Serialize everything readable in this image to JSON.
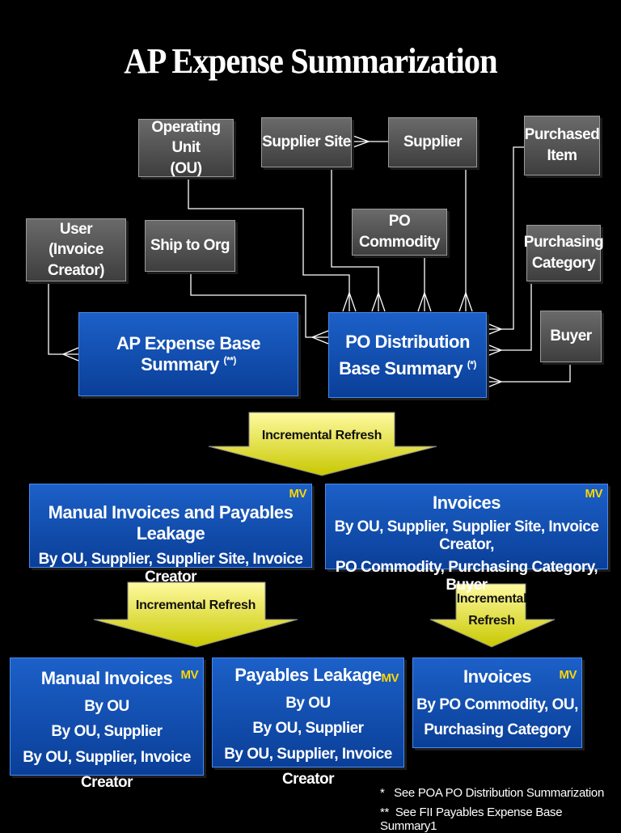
{
  "title": "AP Expense Summarization",
  "entities": {
    "operating_unit": [
      "Operating Unit",
      "(OU)"
    ],
    "supplier_site": "Supplier Site",
    "supplier": "Supplier",
    "purchased_item": [
      "Purchased",
      "Item"
    ],
    "user": [
      "User",
      "(Invoice Creator)"
    ],
    "ship_to_org": "Ship to Org",
    "po_commodity": "PO Commodity",
    "purchasing_category": [
      "Purchasing",
      "Category"
    ],
    "buyer": "Buyer"
  },
  "base_summaries": {
    "ap_expense": {
      "label": "AP Expense Base Summary",
      "mark": "(**)"
    },
    "po_distribution": {
      "line1": "PO Distribution",
      "line2": "Base Summary",
      "mark": "(*)"
    }
  },
  "refresh_labels": {
    "top": "Incremental Refresh",
    "left": "Incremental Refresh",
    "right": [
      "Incremental",
      "Refresh"
    ]
  },
  "mv_badge": "MV",
  "mid_boxes": {
    "manual_leakage": {
      "title": "Manual Invoices and Payables Leakage",
      "sub": "By OU, Supplier, Supplier Site, Invoice Creator"
    },
    "invoices": {
      "title": "Invoices",
      "sub1": "By OU, Supplier, Supplier Site, Invoice Creator,",
      "sub2": "PO Commodity, Purchasing Category, Buyer"
    }
  },
  "bottom_boxes": {
    "manual_invoices": {
      "title": "Manual Invoices",
      "lines": [
        "By OU",
        "By OU, Supplier",
        "By OU, Supplier, Invoice Creator"
      ]
    },
    "payables_leakage": {
      "title": "Payables Leakage",
      "lines": [
        "By OU",
        "By OU, Supplier",
        "By OU, Supplier, Invoice Creator"
      ]
    },
    "invoices": {
      "title": "Invoices",
      "lines": [
        "By PO Commodity, OU,",
        "Purchasing Category"
      ]
    }
  },
  "footnotes": [
    {
      "mark": "*",
      "text": "See POA PO Distribution Summarization"
    },
    {
      "mark": "**",
      "text": "See FII Payables Expense Base Summary1"
    }
  ]
}
